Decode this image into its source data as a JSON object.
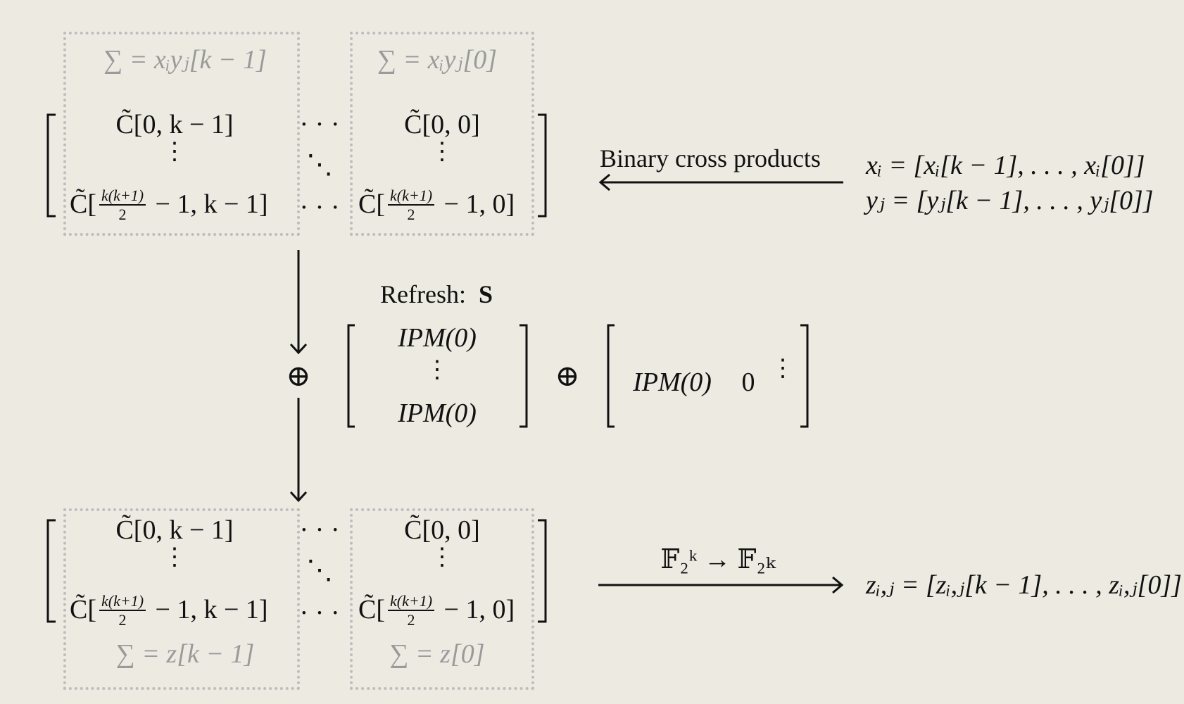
{
  "top_matrix": {
    "sum_left": "∑ = xᵢyⱼ[k − 1]",
    "sum_right": "∑ = xᵢyⱼ[0]",
    "r1_left": "C̃[0, k − 1]",
    "r1_mid": "· · ·",
    "r1_right": "C̃[0, 0]",
    "r2_left": "⋮",
    "r2_mid": "⋱",
    "r2_right": "⋮",
    "r3_left_pre": "C̃[",
    "r3_left_post": " − 1, k − 1]",
    "r3_mid": "· · ·",
    "r3_right_pre": "C̃[",
    "r3_right_post": " − 1, 0]",
    "frac_num": "k(k+1)",
    "frac_den": "2"
  },
  "inputs": {
    "arrow_label": "Binary cross products",
    "x_line": "xᵢ = [xᵢ[k − 1], . . . , xᵢ[0]]",
    "y_line": "yⱼ = [yⱼ[k − 1], . . . , yⱼ[0]]"
  },
  "refresh": {
    "label": "Refresh:",
    "label_bold": "S",
    "oplus": "⊕",
    "col_top": "IPM(0)",
    "col_mid": "⋮",
    "col_bot": "IPM(0)",
    "oplus2": "⊕",
    "row_a": "IPM(0)",
    "row_b": "0",
    "row_c": "⋮"
  },
  "bottom_matrix": {
    "r1_left": "C̃[0, k − 1]",
    "r1_mid": "· · ·",
    "r1_right": "C̃[0, 0]",
    "r2_left": "⋮",
    "r2_mid": "⋱",
    "r2_right": "⋮",
    "r3_left_pre": "C̃[",
    "r3_left_post": " − 1, k − 1]",
    "r3_mid": "· · ·",
    "r3_right_pre": "C̃[",
    "r3_right_post": " − 1, 0]",
    "frac_num": "k(k+1)",
    "frac_den": "2",
    "sum_left": "∑ = z[k − 1]",
    "sum_right": "∑ = z[0]"
  },
  "output": {
    "arrow_label": "𝔽₂ᵏ → 𝔽₂ₖ",
    "z_line": "zᵢ,ⱼ = [zᵢ,ⱼ[k − 1], . . . , zᵢ,ⱼ[0]]"
  },
  "colors": {
    "background": "#edeae2",
    "ink": "#111111",
    "grey": "#9a9a9a",
    "dots": "#bdbdbd"
  }
}
